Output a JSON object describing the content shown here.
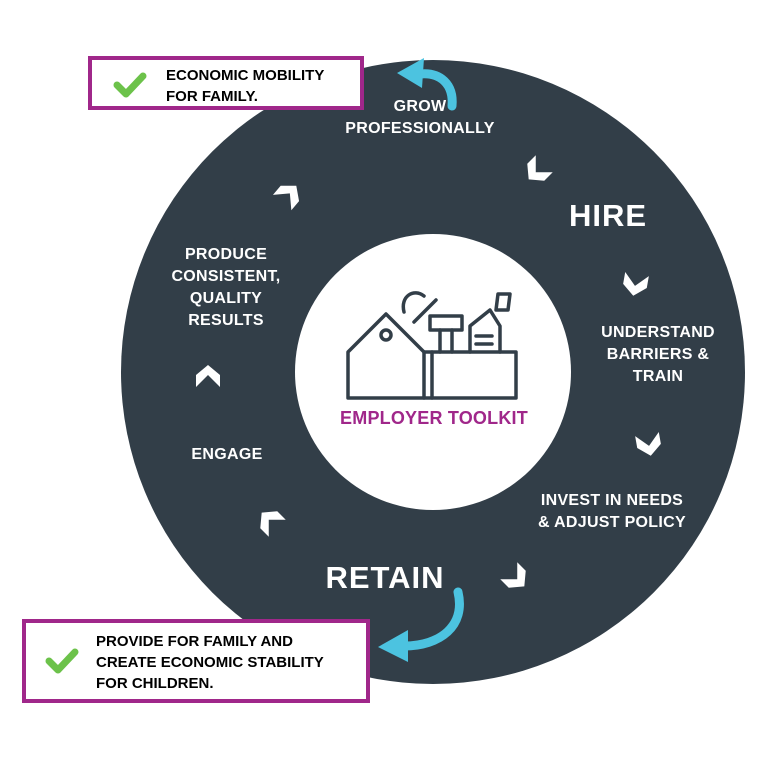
{
  "diagram": {
    "center_label": "EMPLOYER TOOLKIT",
    "toolbox_icon": "toolbox-icon",
    "stages": {
      "hire": "HIRE",
      "retain": "RETAIN"
    },
    "steps": {
      "grow": [
        "GROW",
        "PROFESSIONALLY"
      ],
      "understand": [
        "UNDERSTAND",
        "BARRIERS &",
        "TRAIN"
      ],
      "invest": [
        "INVEST IN NEEDS",
        "& ADJUST POLICY"
      ],
      "engage": "ENGAGE",
      "produce": [
        "PRODUCE",
        "CONSISTENT,",
        "QUALITY",
        "RESULTS"
      ]
    },
    "callouts": {
      "top": [
        "ECONOMIC MOBILITY",
        "FOR FAMILY."
      ],
      "bottom": [
        "PROVIDE FOR FAMILY AND",
        "CREATE ECONOMIC STABILITY",
        "FOR CHILDREN."
      ]
    },
    "colors": {
      "ring": "#323e48",
      "accent": "#a0278a",
      "arrow": "#4cc3e0",
      "check": "#6cc24a",
      "text_on_ring": "#ffffff"
    }
  }
}
